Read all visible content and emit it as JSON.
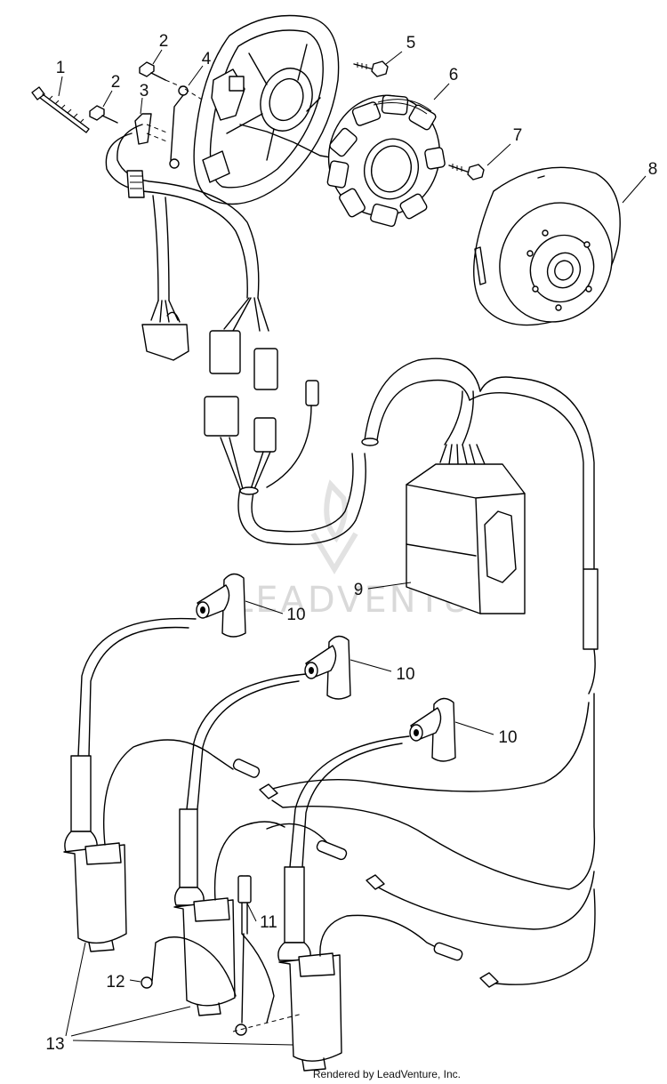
{
  "watermark": "LEADVENTURE",
  "footer": "Rendered by LeadVenture, Inc.",
  "callouts": [
    "1",
    "2",
    "2",
    "3",
    "4",
    "5",
    "6",
    "7",
    "8",
    "9",
    "10",
    "10",
    "10",
    "11",
    "12",
    "13"
  ],
  "colors": {
    "line": "#000000",
    "background": "#ffffff",
    "watermark": "#d9d9d9"
  }
}
